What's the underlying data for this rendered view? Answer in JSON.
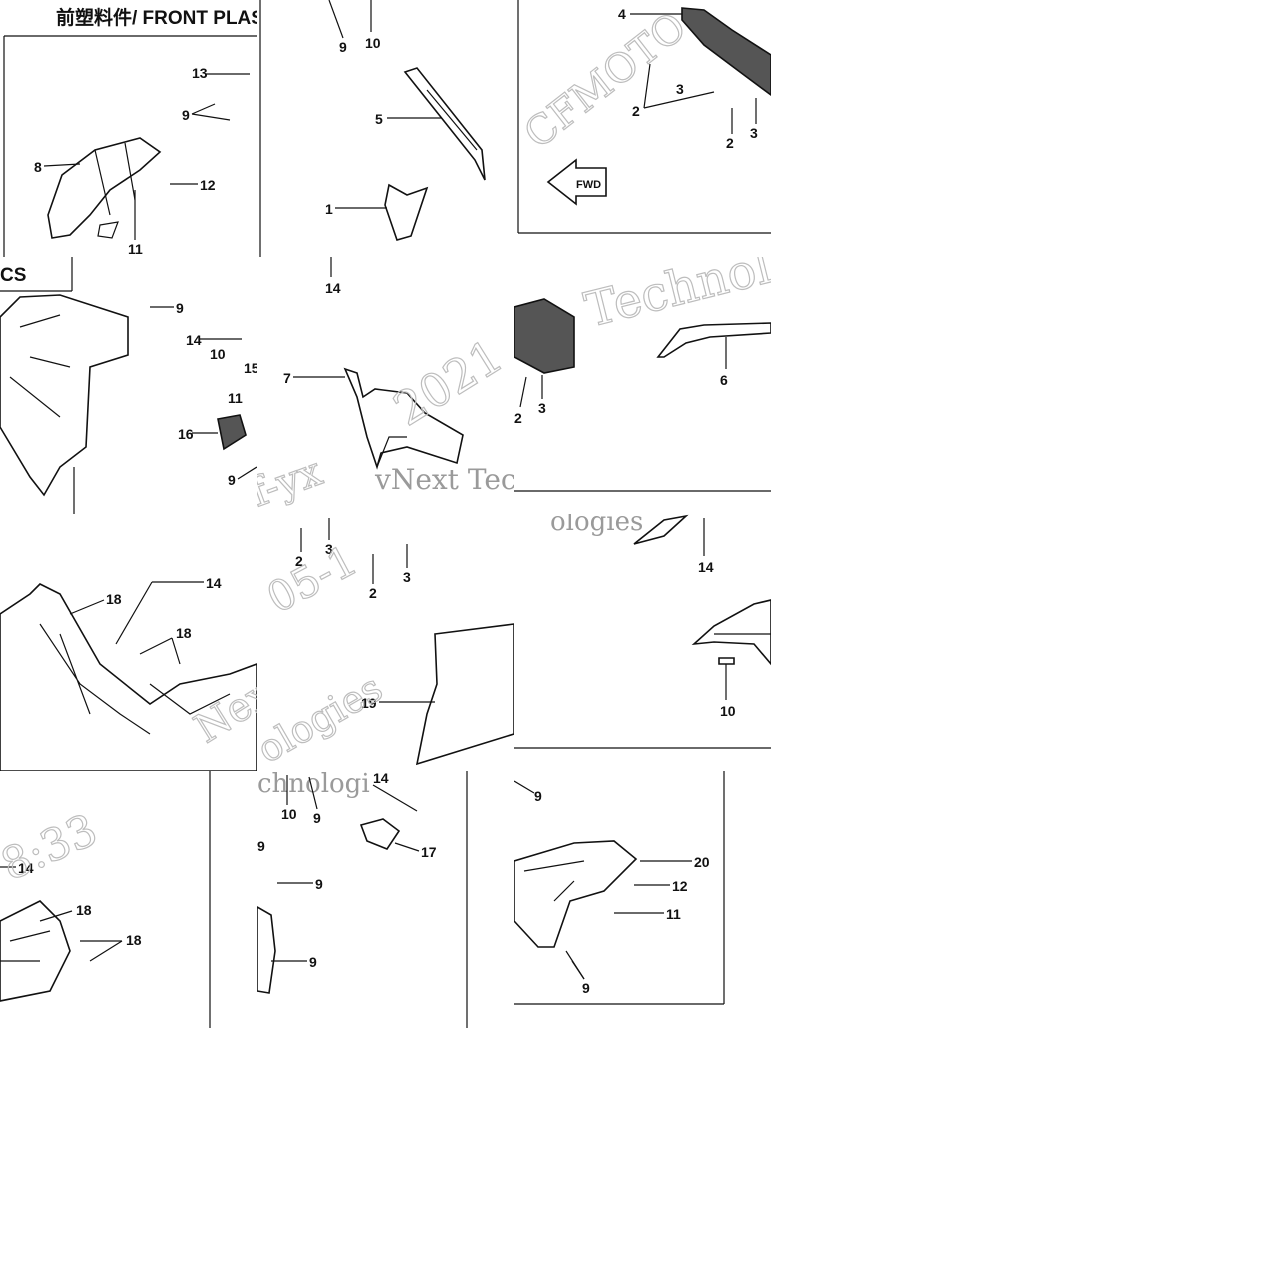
{
  "title": "前塑料件/ FRONT PLASTI",
  "title_fragment": "CS",
  "watermarks": {
    "brand": "CFMOTO",
    "company_a": "Technolo",
    "company_b": "vNext Tec",
    "company_c": "ologies",
    "company_d": "Next",
    "company_e": "ologies",
    "company_f": "chnologi",
    "date_a": "2021",
    "date_b": "05-1",
    "time": "8:33",
    "user": "f-yx"
  },
  "fwd_badge": "FWD",
  "callouts": {
    "t00": [
      "13",
      "9",
      "8",
      "12",
      "11"
    ],
    "t01": [
      "9",
      "10",
      "5",
      "1"
    ],
    "t02": [
      "4",
      "3",
      "2",
      "2",
      "3"
    ],
    "t10": [
      "9",
      "14",
      "10",
      "15",
      "11",
      "16",
      "9"
    ],
    "t11": [
      "14",
      "7"
    ],
    "t12": [
      "2",
      "3",
      "6"
    ],
    "t20": [
      "18",
      "14",
      "18"
    ],
    "t21": [
      "2",
      "3",
      "2",
      "3",
      "19"
    ],
    "t22": [
      "14",
      "10"
    ],
    "t30": [
      "14",
      "18",
      "18"
    ],
    "t31": [
      "14",
      "10",
      "9",
      "17",
      "9",
      "9",
      "9"
    ],
    "t32": [
      "9",
      "20",
      "12",
      "11",
      "9"
    ]
  }
}
